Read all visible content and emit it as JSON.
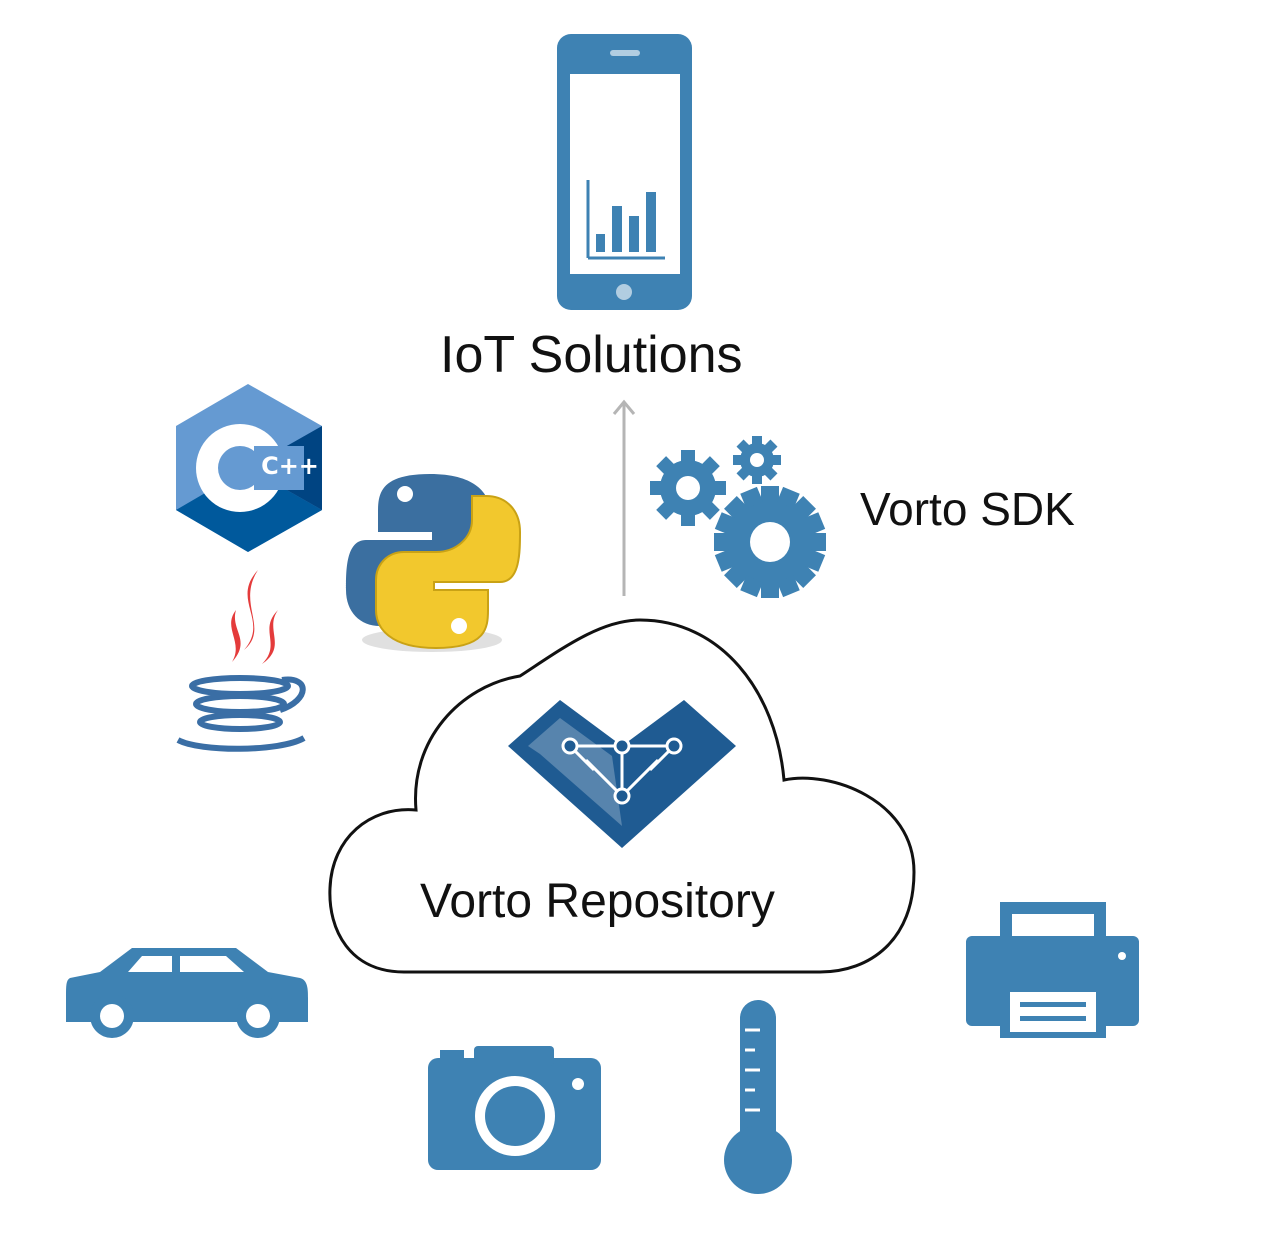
{
  "labels": {
    "iot_solutions": "IoT Solutions",
    "vorto_sdk": "Vorto SDK",
    "vorto_repository": "Vorto Repository"
  },
  "logos": {
    "cpp": {
      "text": "C++"
    }
  },
  "icons": [
    "smartphone-chart-icon",
    "gears-icon",
    "cpp-logo-icon",
    "python-logo-icon",
    "java-logo-icon",
    "vorto-logo-icon",
    "car-icon",
    "camera-icon",
    "thermometer-icon",
    "printer-icon"
  ],
  "colors": {
    "icon_blue": "#3e82b3",
    "vorto_blue": "#1f5b92",
    "arrow_gray": "#b5b5b5",
    "cloud_stroke": "#111111"
  }
}
